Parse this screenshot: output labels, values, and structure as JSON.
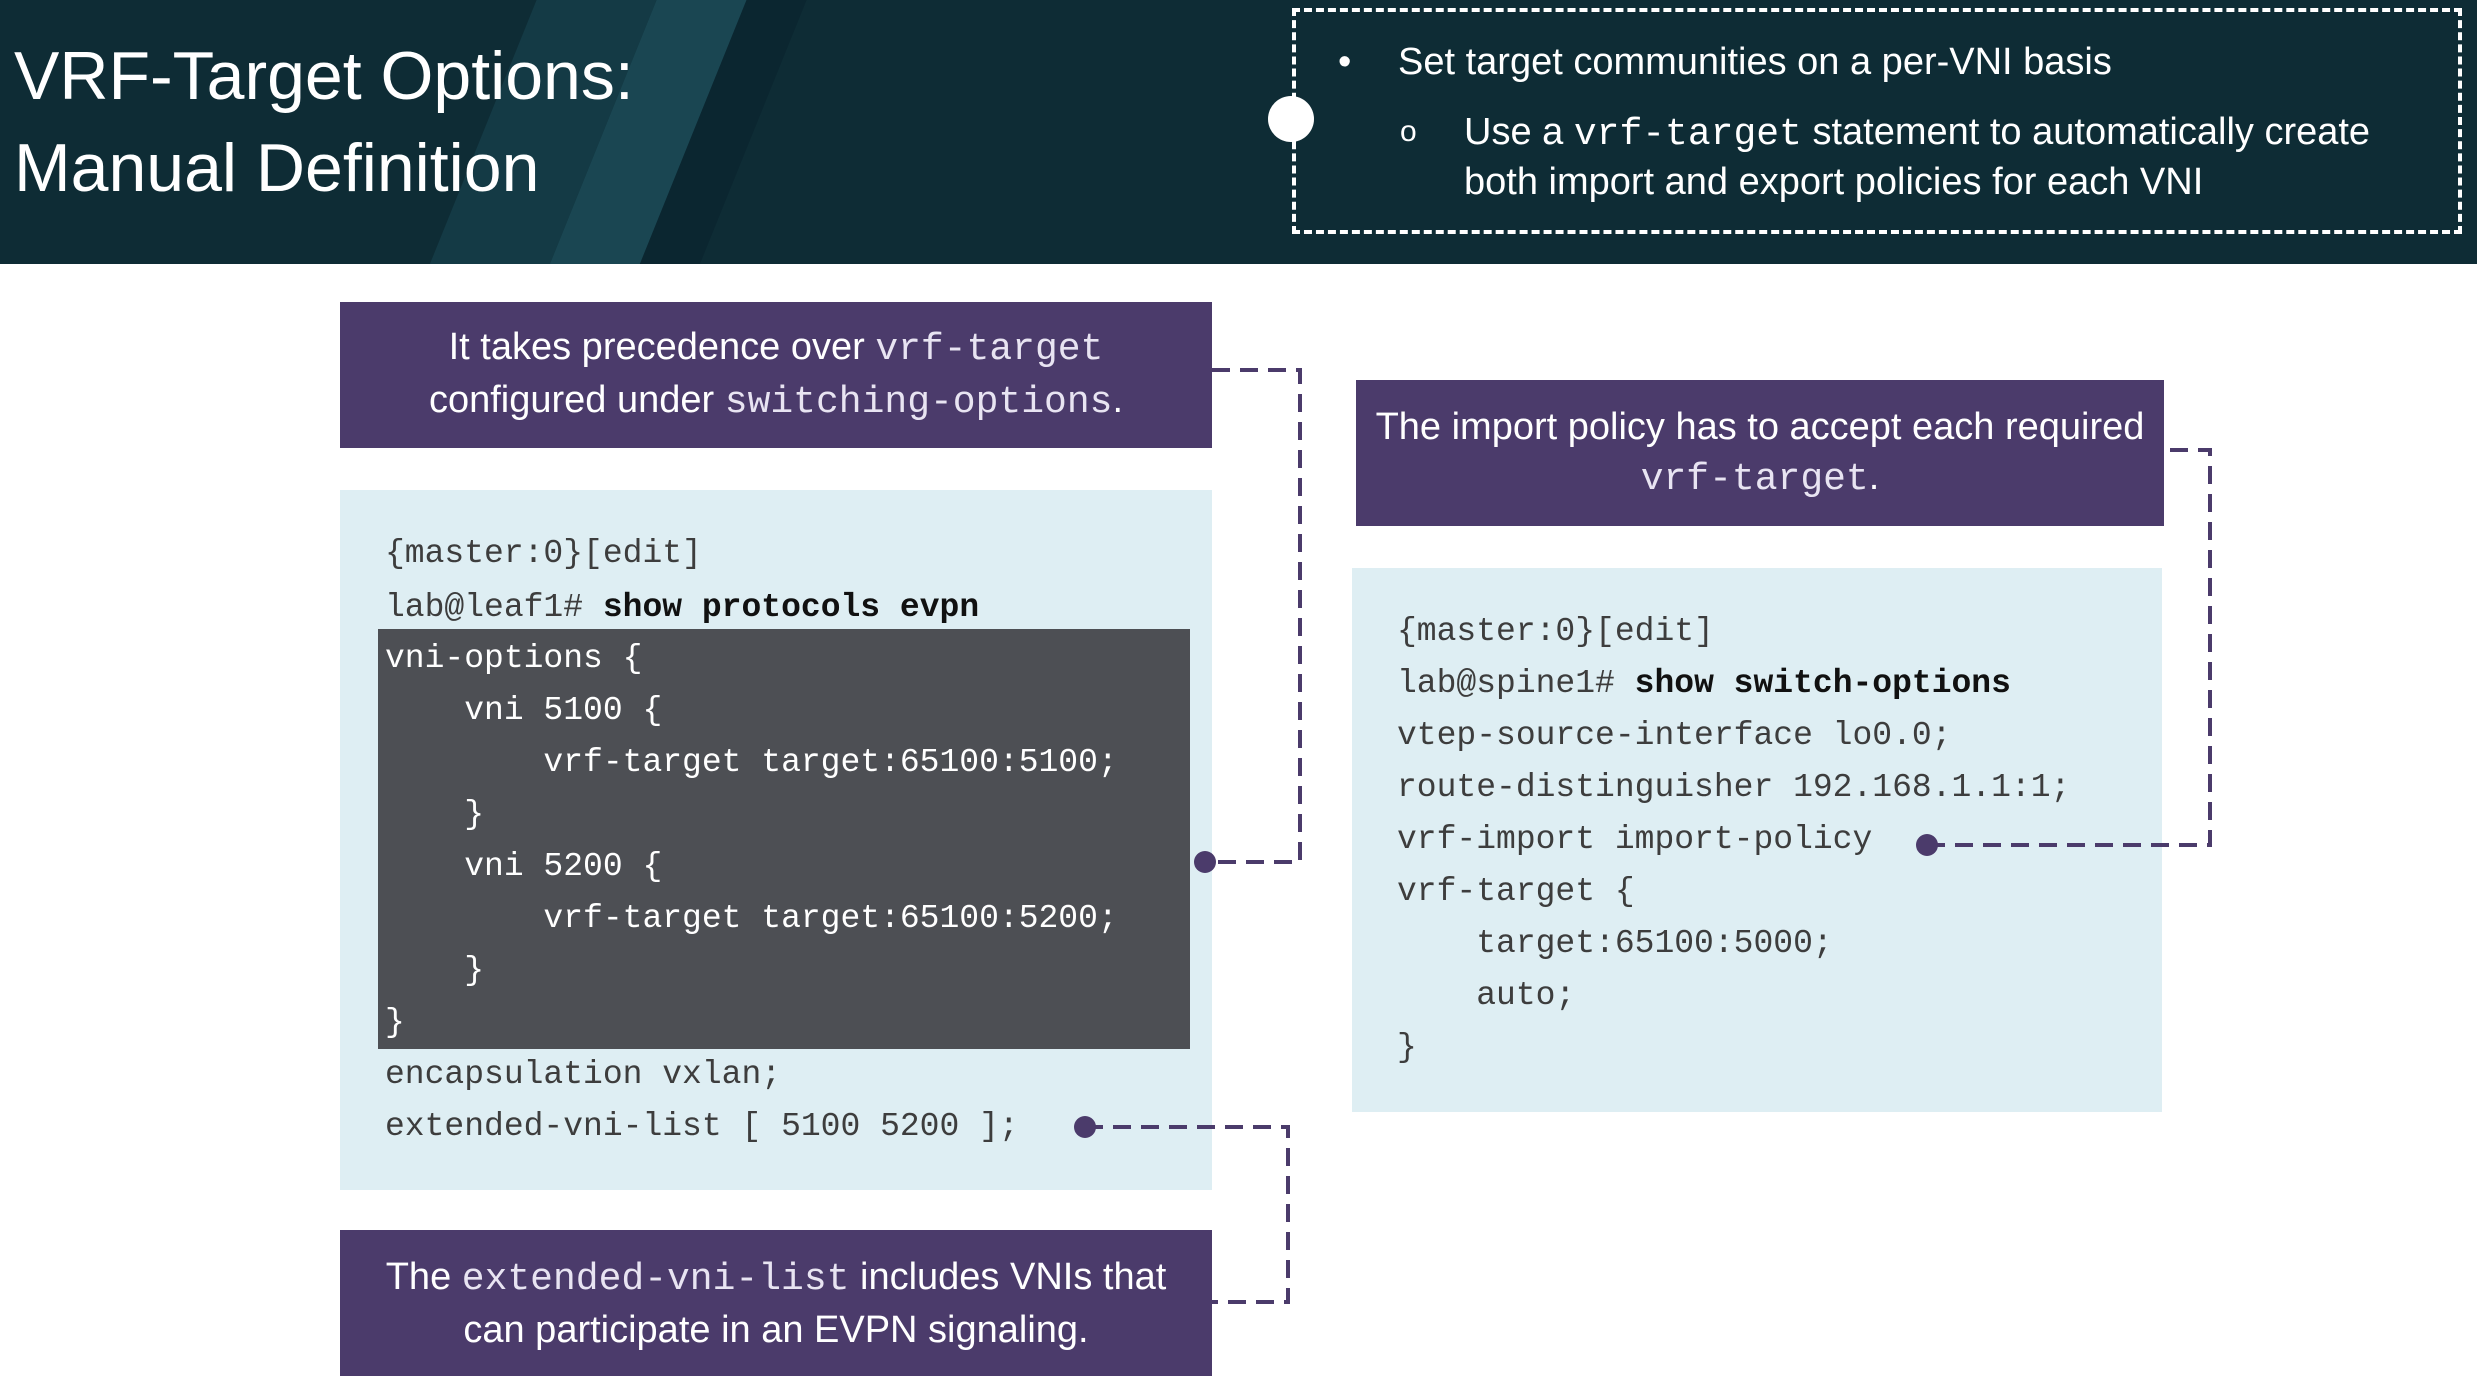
{
  "header": {
    "title_line1": "VRF-Target Options:",
    "title_line2": "Manual Definition",
    "bullet": "Set target communities on a per-VNI basis",
    "sub_bullet_pre": "Use a",
    "sub_bullet_code": "vrf-target",
    "sub_bullet_post": "statement to automatically create",
    "sub_bullet_line2": "both import and export policies for each VNI"
  },
  "callouts": {
    "precedence": {
      "l1_pre": "It takes precedence over",
      "l1_code": "vrf-target",
      "l2_pre": "configured under",
      "l2_code": "switching-options",
      "l2_post": "."
    },
    "import_policy": {
      "l1": "The import policy has to accept each required",
      "l2_code": "vrf-target",
      "l2_post": "."
    },
    "extended": {
      "l1_pre": "The",
      "l1_code": "extended-vni-list",
      "l1_post": "includes VNIs that",
      "l2": "can participate in an EVPN signaling."
    }
  },
  "leaf_code": {
    "prompt_context": "{master:0}[edit]",
    "prompt": "lab@leaf1#",
    "command": "show protocols evpn",
    "highlighted_lines": [
      "vni-options {",
      "    vni 5100 {",
      "        vrf-target target:65100:5100;",
      "    }",
      "    vni 5200 {",
      "        vrf-target target:65100:5200;",
      "    }",
      "}"
    ],
    "after_lines": [
      "encapsulation vxlan;",
      "extended-vni-list [ 5100 5200 ];"
    ]
  },
  "spine_code": {
    "prompt_context": "{master:0}[edit]",
    "prompt": "lab@spine1#",
    "command": "show switch-options",
    "lines": [
      "vtep-source-interface lo0.0;",
      "route-distinguisher 192.168.1.1:1;",
      "vrf-import import-policy",
      "vrf-target {",
      "    target:65100:5000;",
      "    auto;",
      "}"
    ]
  },
  "colors": {
    "header_bg": "#0e2c35",
    "callout_bg": "#4b3b6b",
    "code_panel_bg": "#deeef3",
    "highlight_bg": "#4d4f54"
  }
}
